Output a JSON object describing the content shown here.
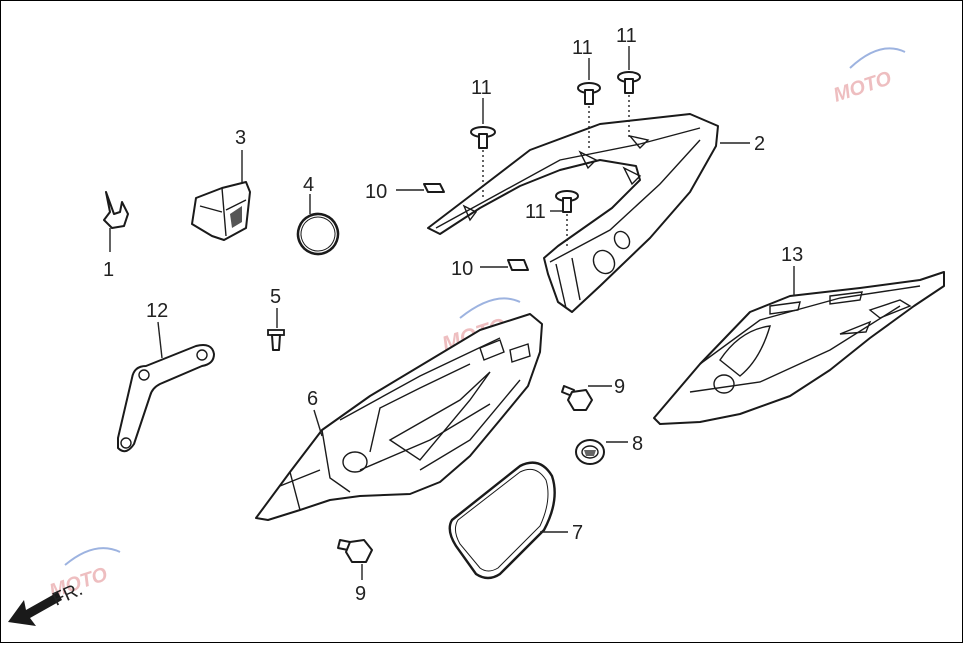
{
  "labels": {
    "p1": "1",
    "p2": "2",
    "p3": "3",
    "p4": "4",
    "p5": "5",
    "p6": "6",
    "p7": "7",
    "p8": "8",
    "p9a": "9",
    "p9b": "9",
    "p10a": "10",
    "p10b": "10",
    "p11a": "11",
    "p11b": "11",
    "p11c": "11",
    "p11d": "11",
    "p12": "12",
    "p13": "13"
  },
  "direction_label": "FR.",
  "watermark": {
    "text": "MOTO",
    "color": "#e9a9ab"
  }
}
